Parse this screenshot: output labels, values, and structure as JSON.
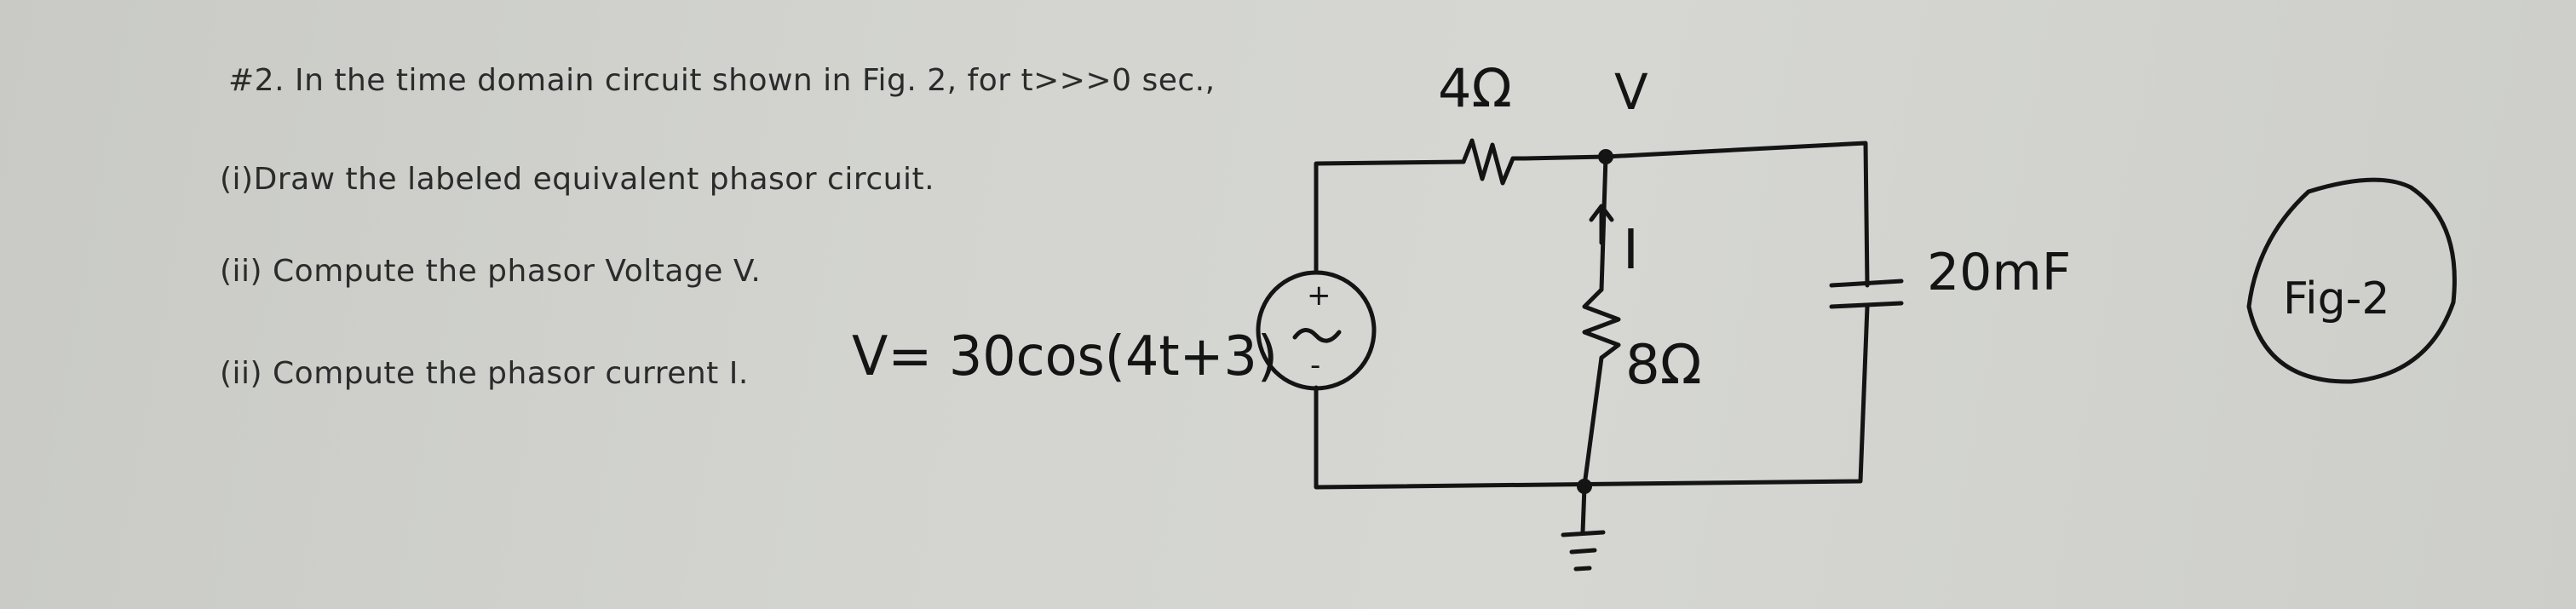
{
  "question": {
    "title": "#2. In the time domain circuit shown in Fig. 2, for t>>>0 sec.,",
    "part1": "(i)Draw the labeled equivalent phasor circuit.",
    "part2": "(ii) Compute the phasor Voltage V.",
    "part3": "(ii) Compute the phasor current I."
  },
  "handwriting": {
    "source_expr": "V= 30cos(4t+3)",
    "resistor1": "4Ω",
    "node_label": "V",
    "current_label": "I",
    "resistor2": "8Ω",
    "capacitor": "20mF",
    "figure_label": "Fig-2",
    "source_plus": "+",
    "source_minus": "-",
    "source_symbol": "~"
  },
  "colors": {
    "paper": "#d3d4d0",
    "printed_text": "#2b2b2b",
    "ink": "#141414"
  }
}
